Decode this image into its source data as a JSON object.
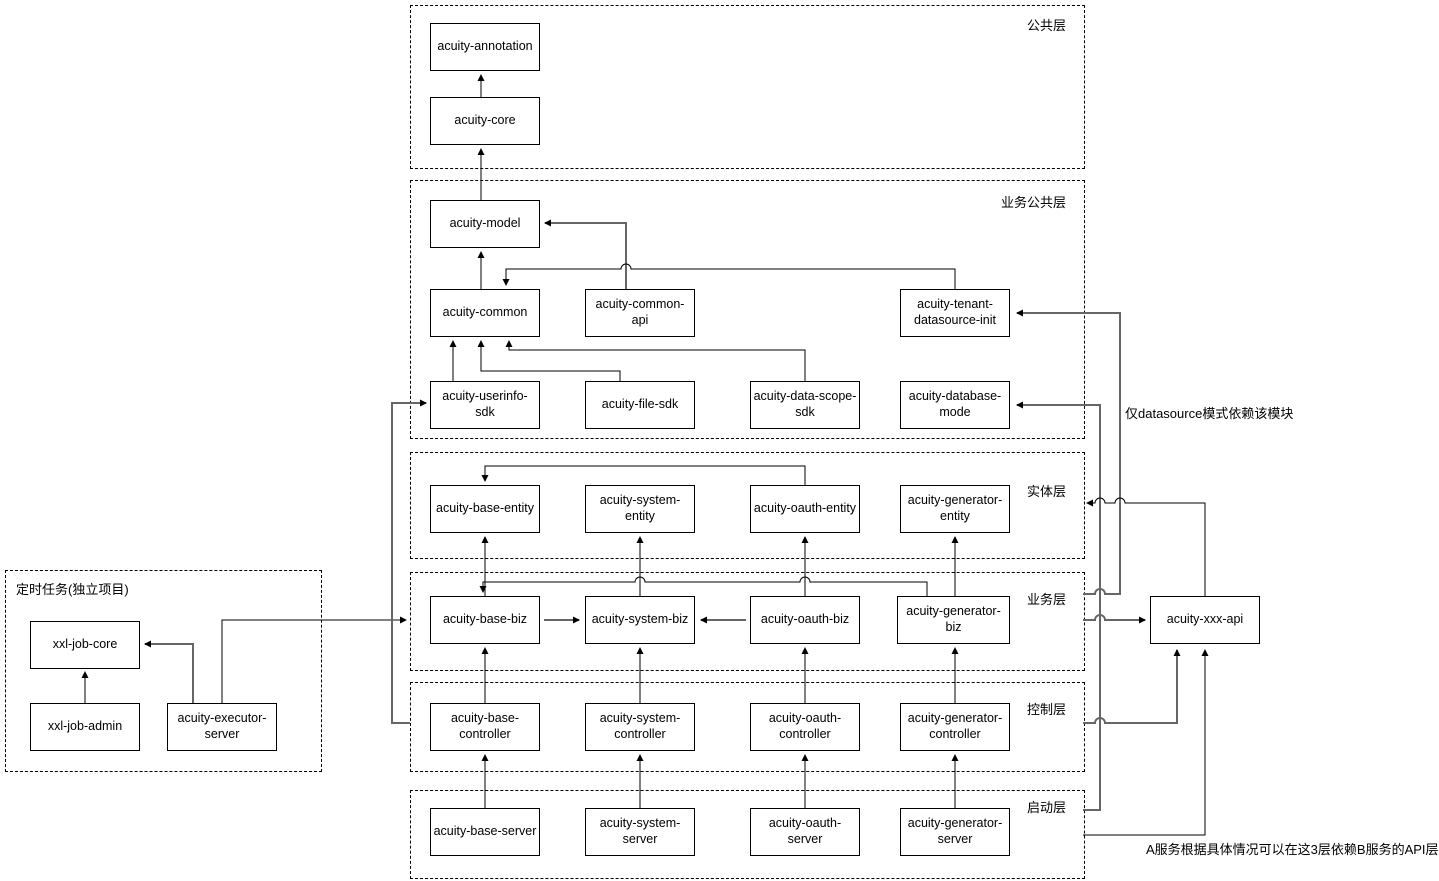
{
  "layers": {
    "public": {
      "label": "公共层"
    },
    "biz_common": {
      "label": "业务公共层"
    },
    "entity": {
      "label": "实体层"
    },
    "biz": {
      "label": "业务层"
    },
    "controller": {
      "label": "控制层"
    },
    "server": {
      "label": "启动层"
    },
    "scheduled": {
      "label": "定时任务(独立项目)"
    }
  },
  "nodes": {
    "annotation": {
      "label": "acuity-annotation"
    },
    "core": {
      "label": "acuity-core"
    },
    "model": {
      "label": "acuity-model"
    },
    "common": {
      "label": "acuity-common"
    },
    "common_api": {
      "label": "acuity-common-api"
    },
    "tenant_datasource_init": {
      "label": "acuity-tenant-datasource-init"
    },
    "userinfo_sdk": {
      "label": "acuity-userinfo-sdk"
    },
    "file_sdk": {
      "label": "acuity-file-sdk"
    },
    "data_scope_sdk": {
      "label": "acuity-data-scope-sdk"
    },
    "database_mode": {
      "label": "acuity-database-mode"
    },
    "base_entity": {
      "label": "acuity-base-entity"
    },
    "system_entity": {
      "label": "acuity-system-entity"
    },
    "oauth_entity": {
      "label": "acuity-oauth-entity"
    },
    "generator_entity": {
      "label": "acuity-generator-entity"
    },
    "base_biz": {
      "label": "acuity-base-biz"
    },
    "system_biz": {
      "label": "acuity-system-biz"
    },
    "oauth_biz": {
      "label": "acuity-oauth-biz"
    },
    "generator_biz": {
      "label": "acuity-generator-biz"
    },
    "base_controller": {
      "label": "acuity-base-controller"
    },
    "system_controller": {
      "label": "acuity-system-controller"
    },
    "oauth_controller": {
      "label": "acuity-oauth-controller"
    },
    "generator_controller": {
      "label": "acuity-generator-controller"
    },
    "base_server": {
      "label": "acuity-base-server"
    },
    "system_server": {
      "label": "acuity-system-server"
    },
    "oauth_server": {
      "label": "acuity-oauth-server"
    },
    "generator_server": {
      "label": "acuity-generator-server"
    },
    "xxx_api": {
      "label": "acuity-xxx-api"
    },
    "xxl_job_core": {
      "label": "xxl-job-core"
    },
    "xxl_job_admin": {
      "label": "xxl-job-admin"
    },
    "executor_server": {
      "label": "acuity-executor-server"
    }
  },
  "annotations": {
    "datasource_note": "仅datasource模式依赖该模块",
    "api_note": "A服务根据具体情况可以在这3层依赖B服务的API层"
  },
  "colors": {
    "line": "#000000",
    "accent_line": "#666666",
    "box_border": "#000000",
    "background": "#ffffff"
  }
}
